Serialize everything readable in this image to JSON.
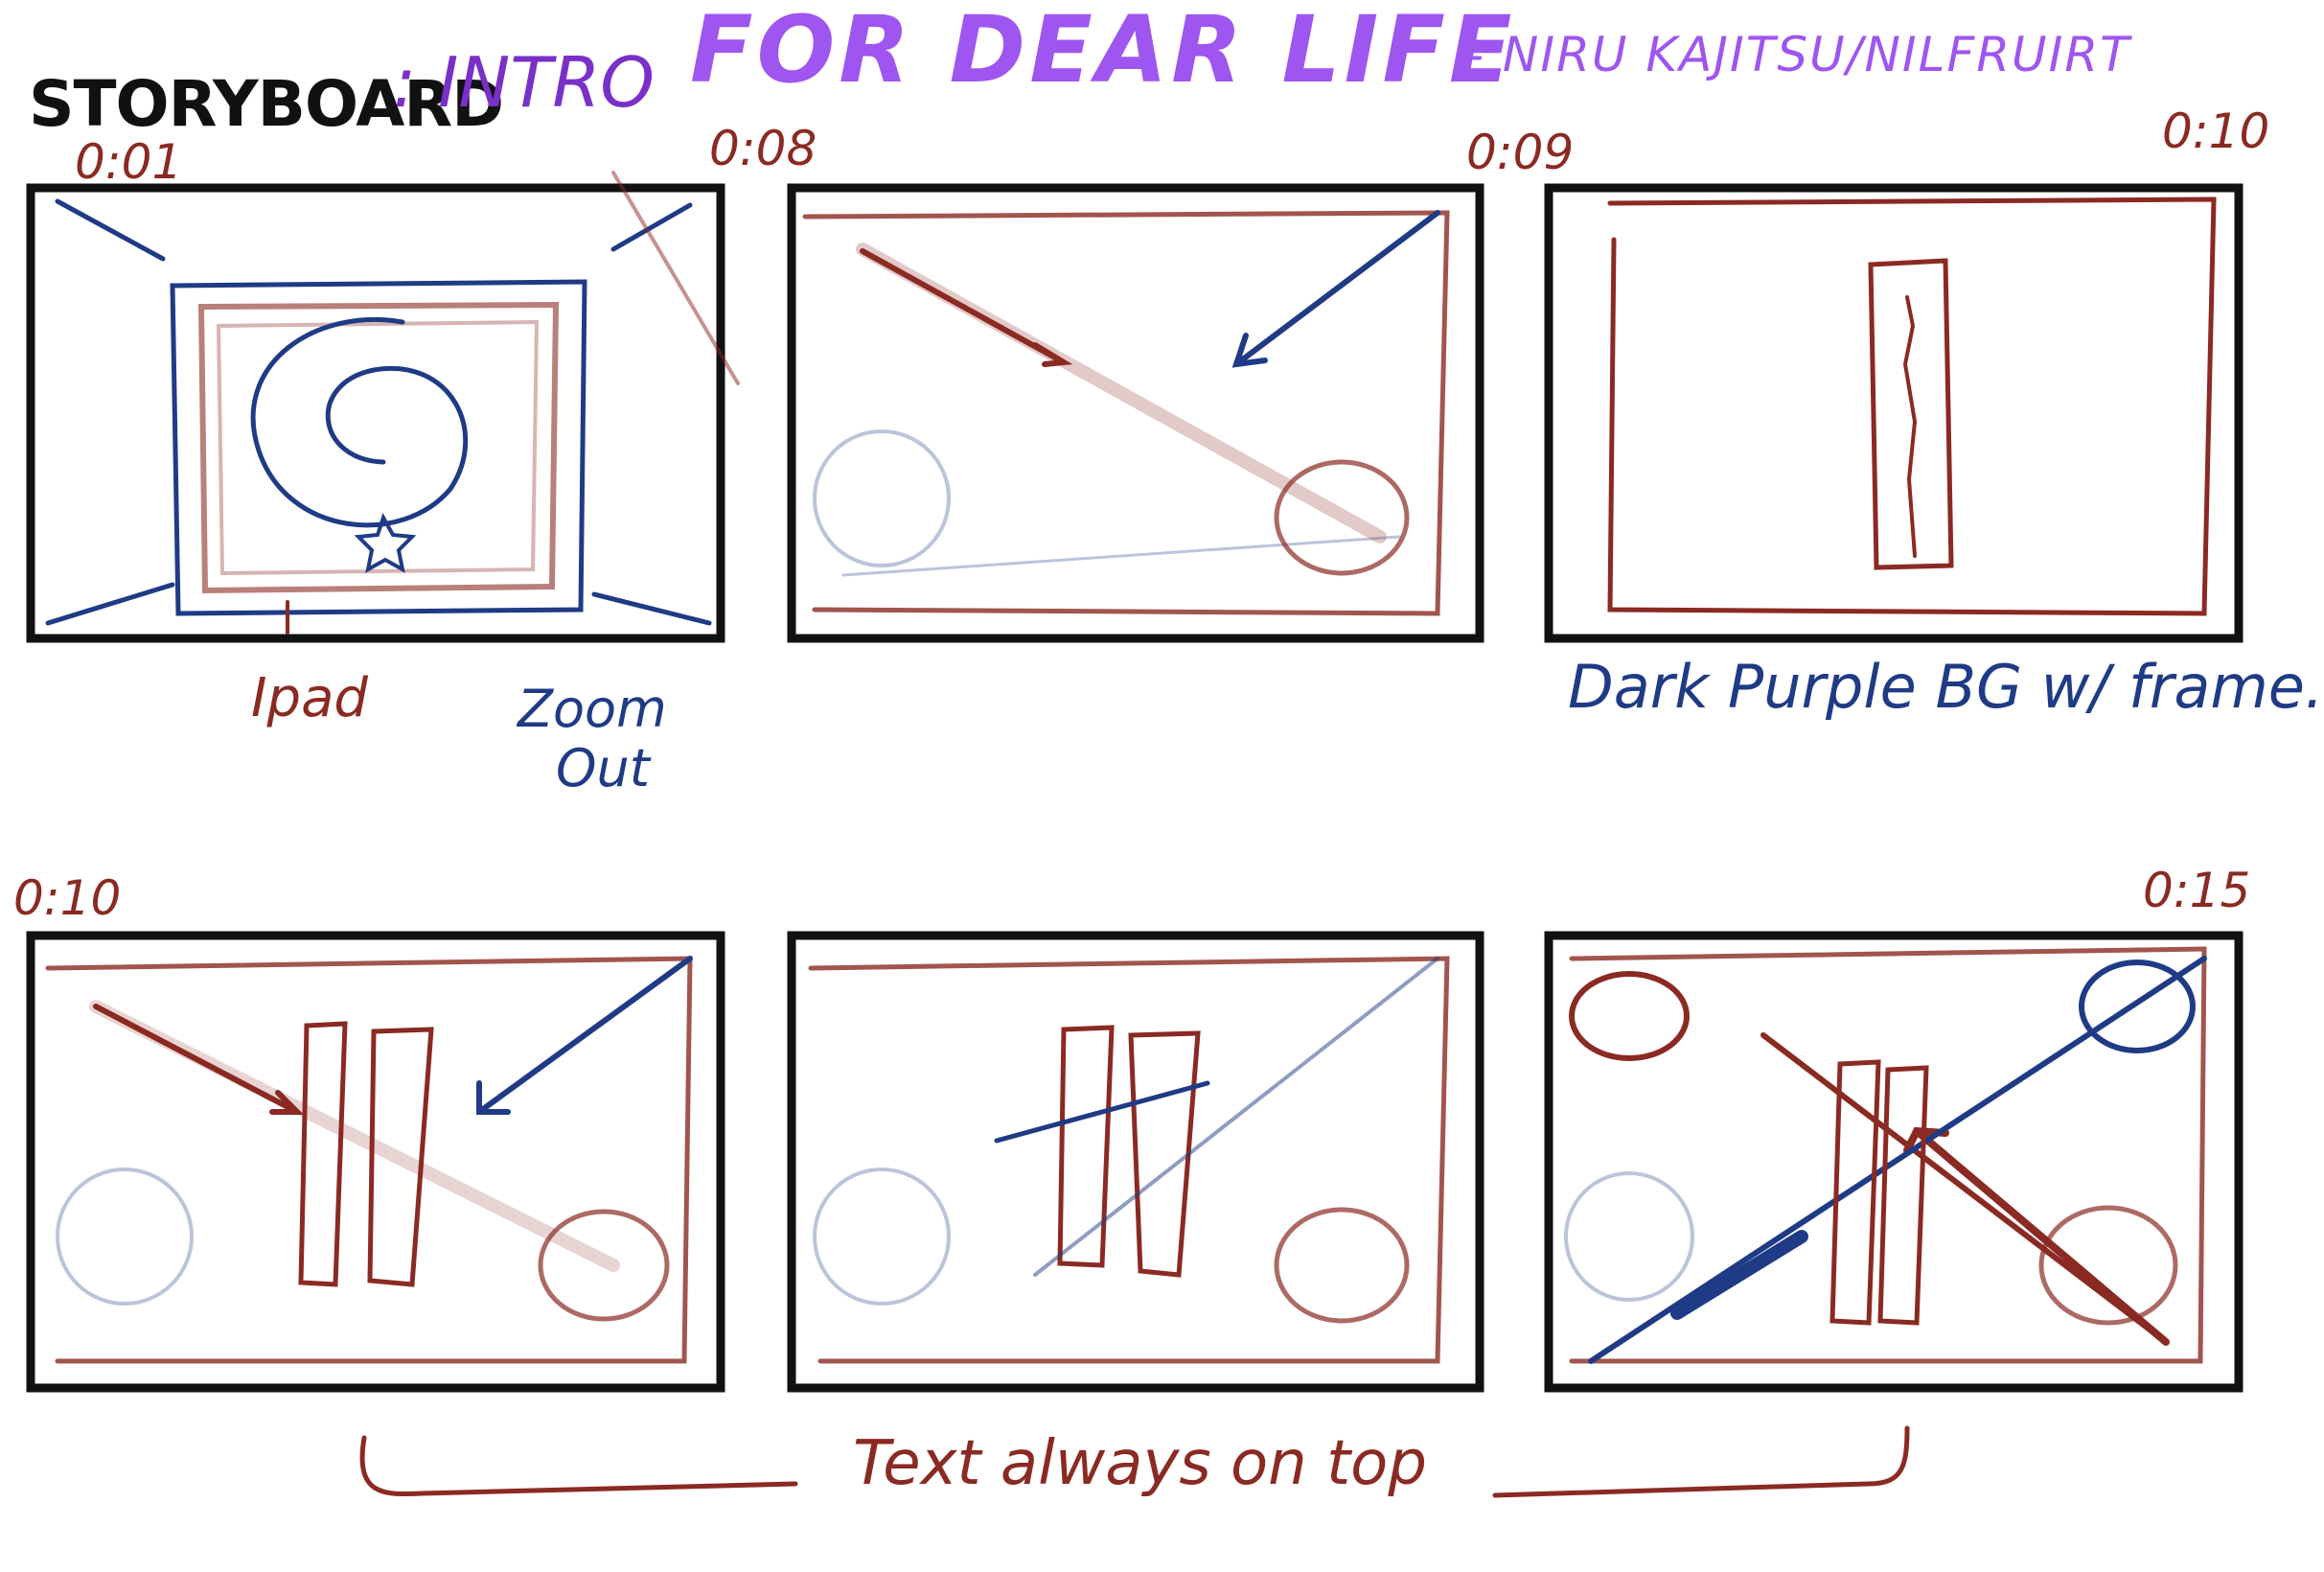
{
  "header": {
    "label": "STORYBOARD",
    "scene": ": INTRO",
    "title": "FOR DEAR LIFE",
    "author": "- NIRU KAJITSU/NILFRUIRT"
  },
  "timecodes": {
    "panel1": "0:01",
    "panel2": "0:08",
    "panel3": "0:09",
    "panel3_end": "0:10",
    "panel4": "0:10",
    "panel6": "0:15"
  },
  "notes": {
    "ipad": "Ipad",
    "zoom": "Zoom",
    "out": "Out",
    "background": "Dark Purple BG w/ frame.",
    "bottom": "Text always on top"
  },
  "colors": {
    "frame": "#111111",
    "sketch_red": "#8a2a22",
    "sketch_blue": "#1f3b86",
    "title_purple": "#9f55ef"
  }
}
